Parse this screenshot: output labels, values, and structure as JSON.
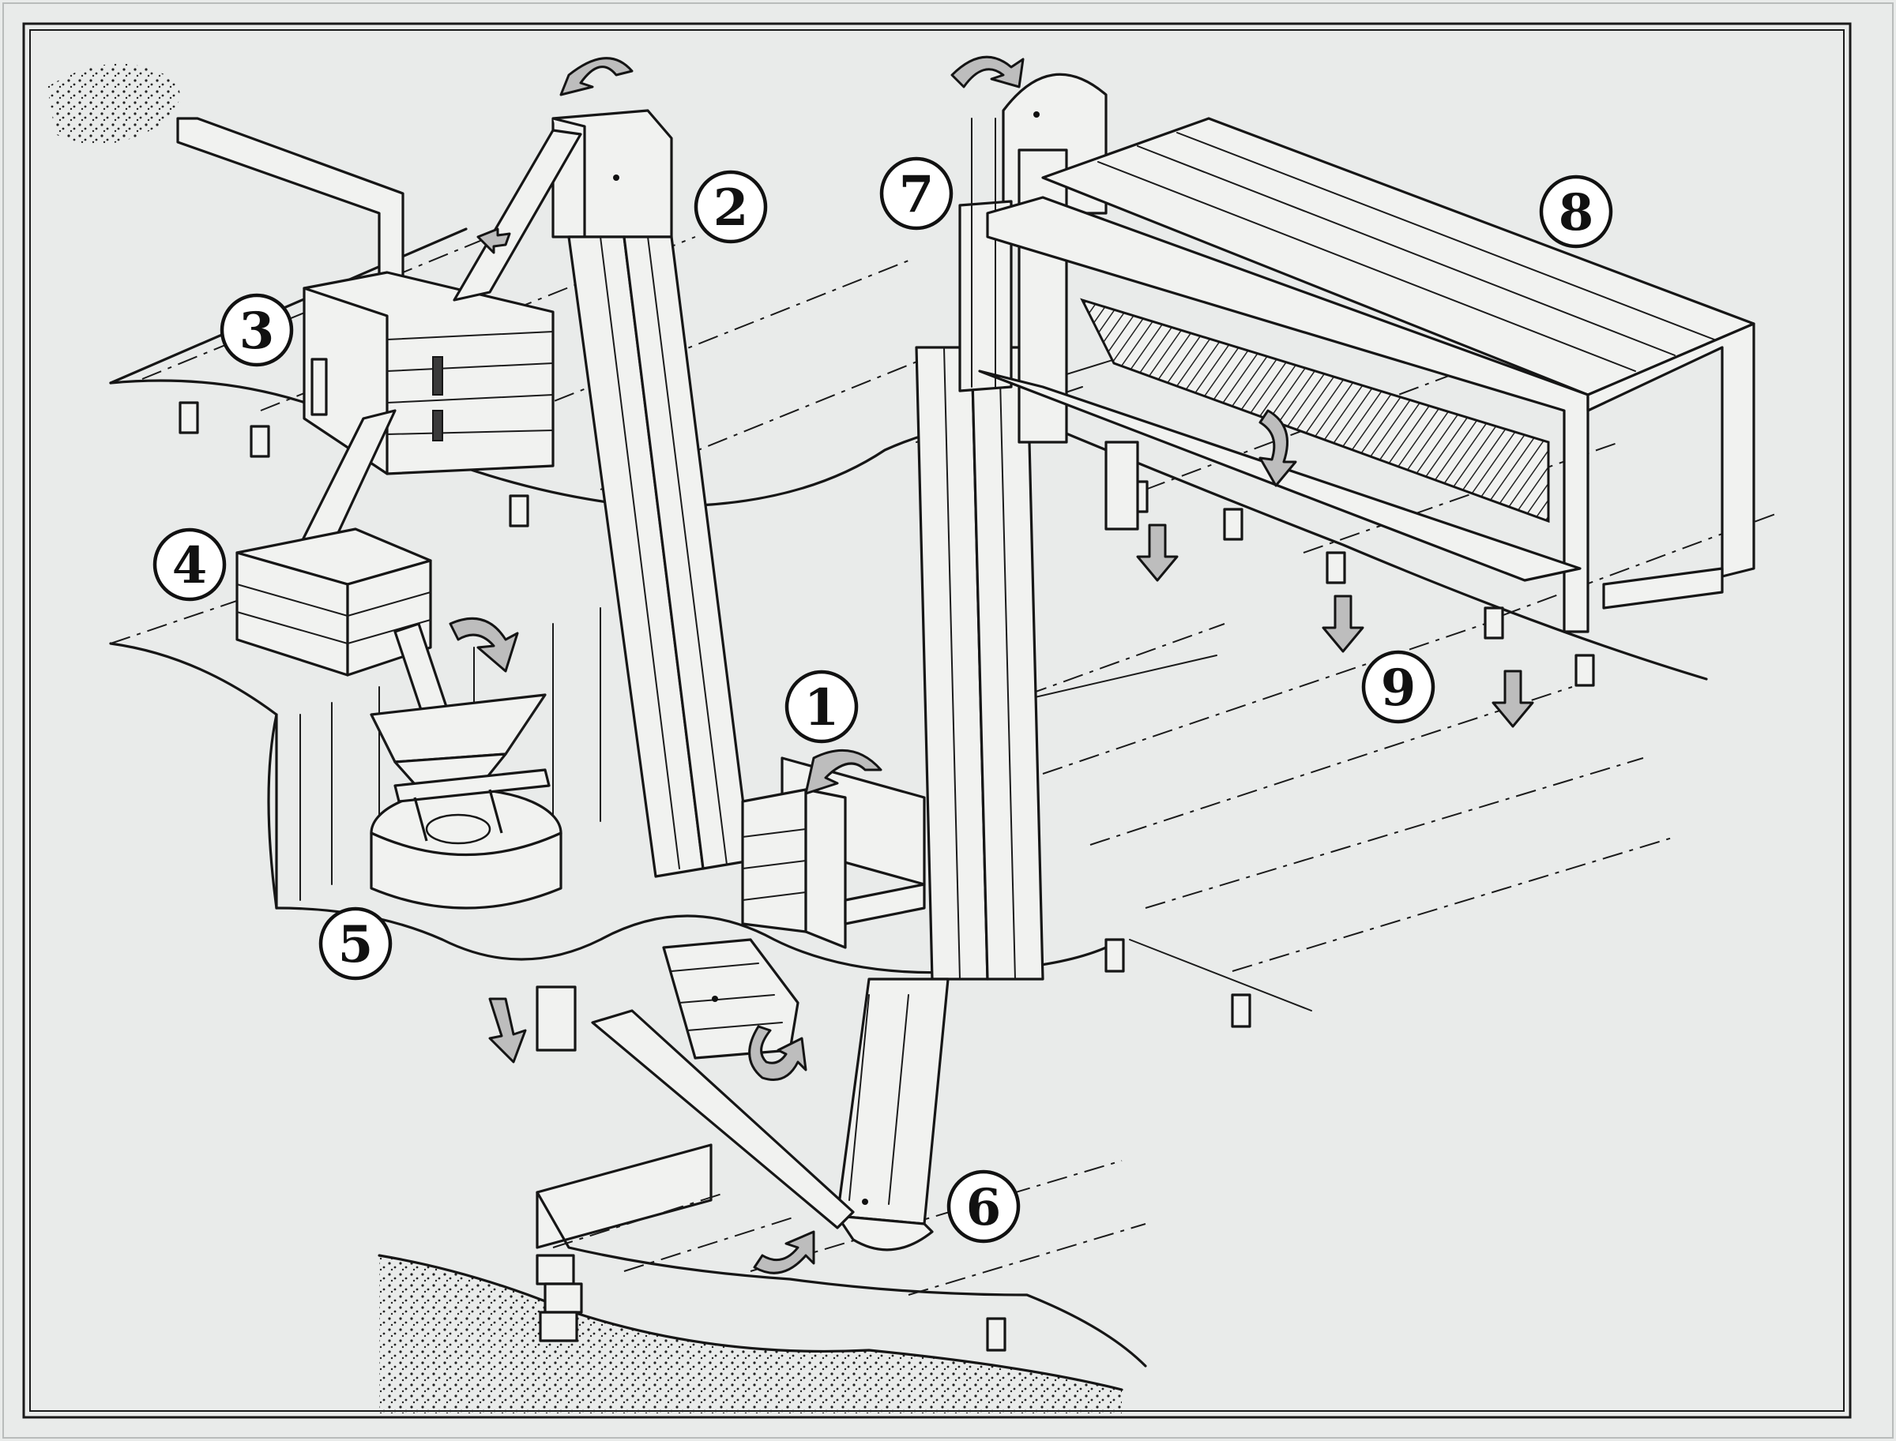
{
  "labels": [
    {
      "id": "1",
      "text": "1"
    },
    {
      "id": "2",
      "text": "2"
    },
    {
      "id": "3",
      "text": "3"
    },
    {
      "id": "4",
      "text": "4"
    },
    {
      "id": "5",
      "text": "5"
    },
    {
      "id": "6",
      "text": "6"
    },
    {
      "id": "7",
      "text": "7"
    },
    {
      "id": "8",
      "text": "8"
    },
    {
      "id": "9",
      "text": "9"
    }
  ],
  "colors": {
    "paper": "#e9ebea",
    "ink": "#161616",
    "arrow_fill": "#bdbdbd"
  }
}
